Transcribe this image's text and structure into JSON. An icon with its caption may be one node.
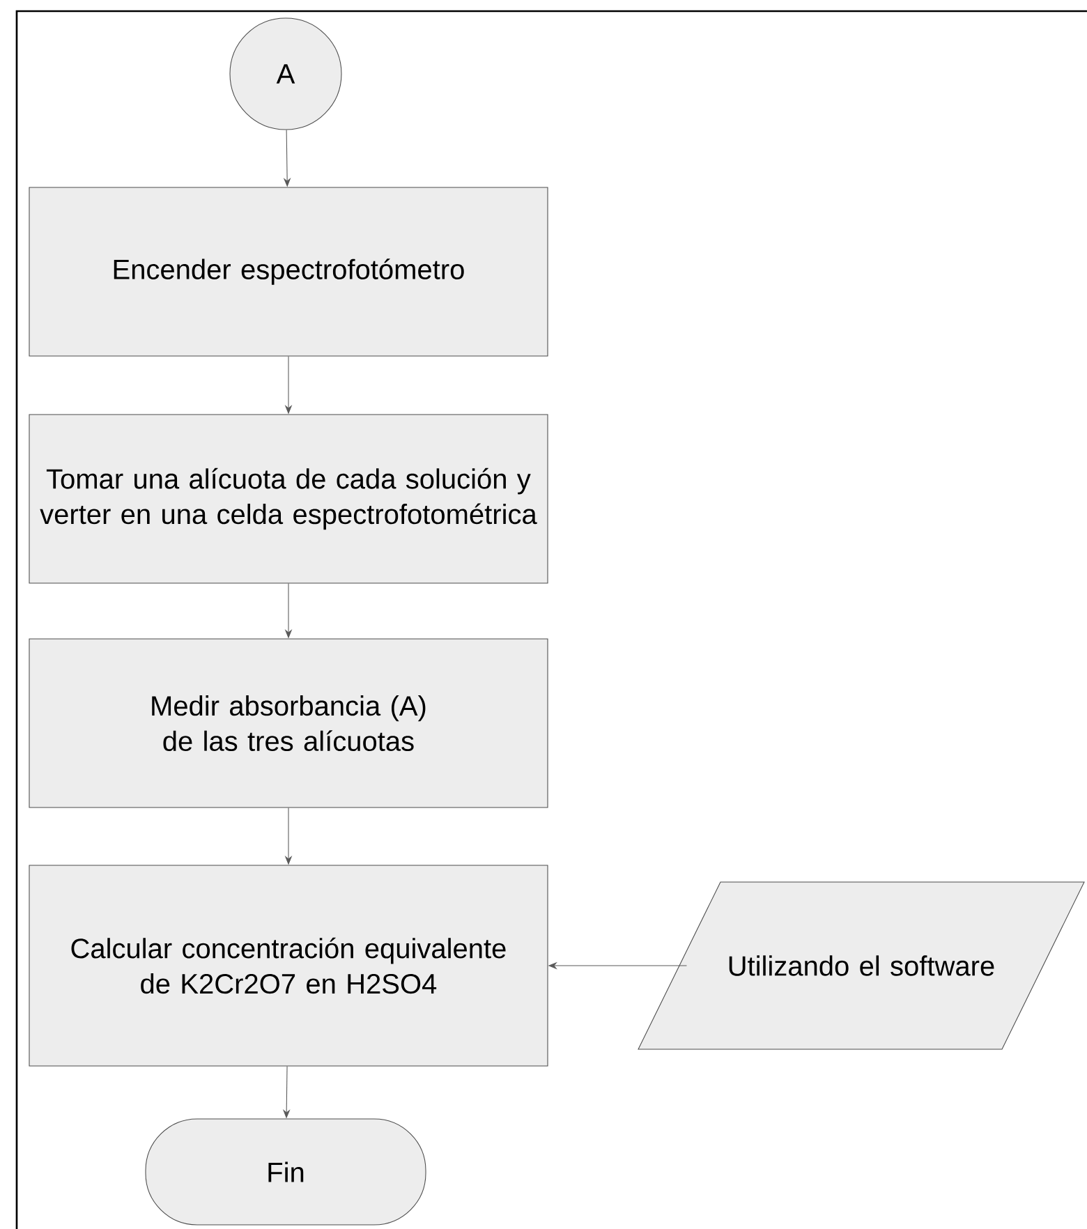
{
  "diagram": {
    "nodes": [
      {
        "text": [
          "A"
        ]
      },
      {
        "text": [
          "Encender espectrofotómetro"
        ]
      },
      {
        "text": [
          "Tomar una alícuota de cada solución y verter en una celda espectrofotométrica"
        ]
      },
      {
        "text": [
          "Medir absorbancia (A) de las tres alícuotas"
        ]
      },
      {
        "text": [
          "Calcular concentración equivalente de K2Cr2O7 en H2SO4"
        ]
      },
      {
        "text": [
          "Utilizando el software"
        ]
      },
      {
        "text": [
          "Fin"
        ]
      }
    ],
    "edges": [
      {
        "from": 0,
        "to": 1,
        "arrow": "to"
      },
      {
        "from": 1,
        "to": 2,
        "arrow": "to"
      },
      {
        "from": 2,
        "to": 3,
        "arrow": "to"
      },
      {
        "from": 3,
        "to": 4,
        "arrow": "to"
      },
      {
        "from": 5,
        "to": 4,
        "arrow": "to"
      },
      {
        "from": 4,
        "to": 6,
        "arrow": "to"
      }
    ]
  }
}
